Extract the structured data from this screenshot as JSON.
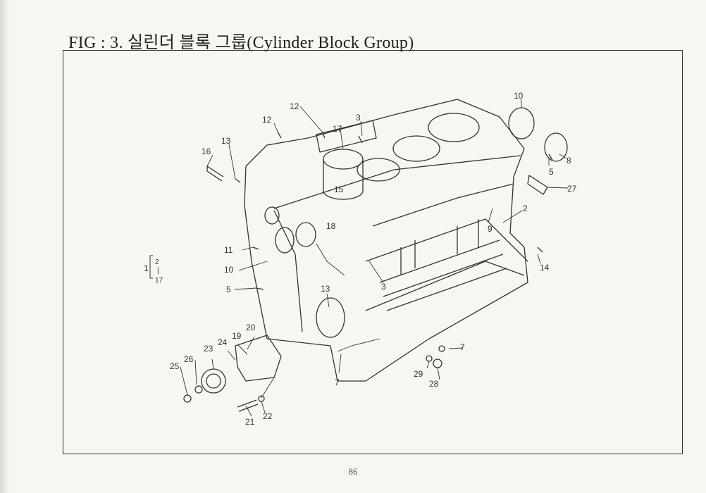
{
  "document": {
    "title": "FIG : 3. 실린더 블록 그룹(Cylinder Block Group)",
    "page_number": "86"
  },
  "diagram": {
    "part_labels": {
      "p12a": "12",
      "p12b": "12",
      "p3a": "3",
      "p17": "17",
      "p10a": "10",
      "p13a": "13",
      "p16": "16",
      "p8": "8",
      "p5a": "5",
      "p27": "27",
      "p15": "15",
      "p18": "18",
      "p2": "2",
      "p9": "9",
      "p11": "11",
      "p14": "14",
      "p10b": "10",
      "p5b": "5",
      "p13b": "13",
      "p3b": "3",
      "p7a": "7",
      "p7b": "7",
      "p20": "20",
      "p19": "19",
      "p24": "24",
      "p23": "23",
      "p26": "26",
      "p25": "25",
      "p29": "29",
      "p28": "28",
      "p21": "21",
      "p22": "22"
    },
    "assembly_bracket": {
      "main": "1",
      "top": "2",
      "mid": "|",
      "bottom": "17"
    }
  }
}
